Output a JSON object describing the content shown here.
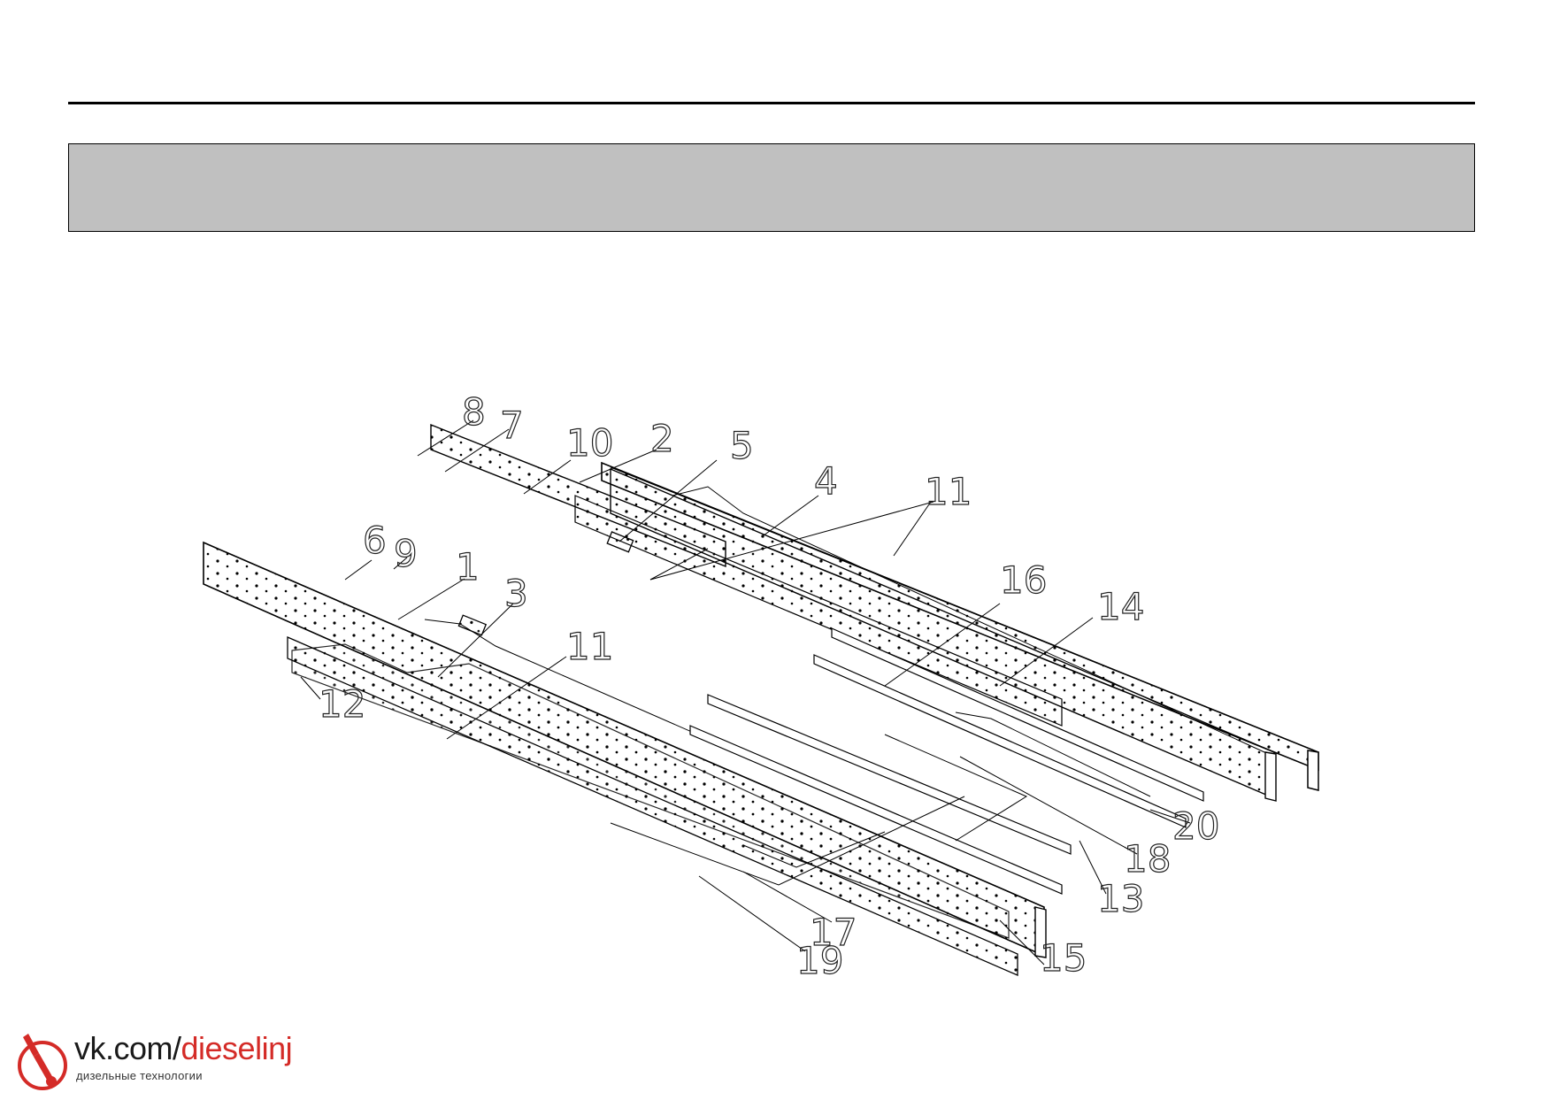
{
  "header": {
    "title": ""
  },
  "diagram": {
    "callouts": [
      "8",
      "7",
      "10",
      "2",
      "5",
      "4",
      "11",
      "6",
      "9",
      "1",
      "3",
      "11",
      "12",
      "16",
      "14",
      "20",
      "18",
      "13",
      "17",
      "19",
      "15"
    ]
  },
  "logo": {
    "url_prefix": "vk.com/",
    "url_name": "dieselinj",
    "tagline": "дизельные технологии",
    "colors": {
      "accent": "#d42b27",
      "text": "#1a1a1a"
    }
  }
}
